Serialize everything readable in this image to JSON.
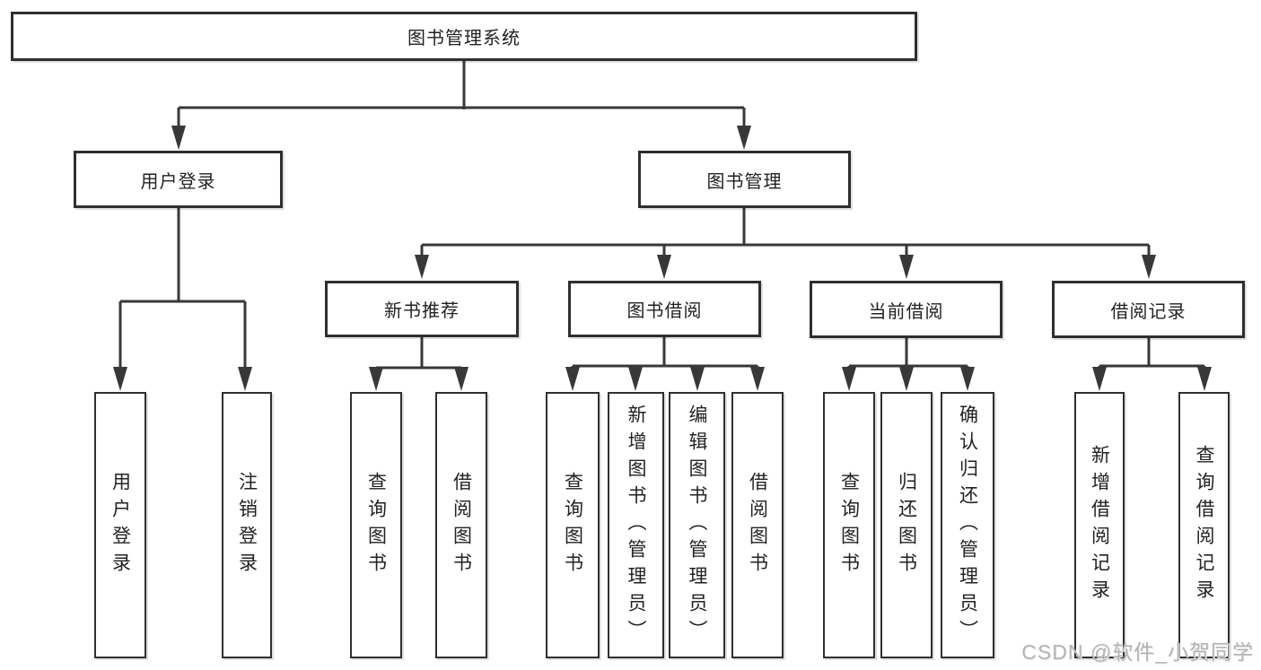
{
  "tree": {
    "root": {
      "label": "图书管理系统"
    },
    "branches": [
      {
        "label": "用户登录",
        "children": [
          {
            "label": "用户登录"
          },
          {
            "label": "注销登录"
          }
        ]
      },
      {
        "label": "图书管理",
        "children": [
          {
            "label": "新书推荐",
            "children": [
              {
                "label": "查询图书"
              },
              {
                "label": "借阅图书"
              }
            ]
          },
          {
            "label": "图书借阅",
            "children": [
              {
                "label": "查询图书"
              },
              {
                "label": "新增图书（管理员）"
              },
              {
                "label": "编辑图书（管理员）"
              },
              {
                "label": "借阅图书"
              }
            ]
          },
          {
            "label": "当前借阅",
            "children": [
              {
                "label": "查询图书"
              },
              {
                "label": "归还图书"
              },
              {
                "label": "确认归还（管理员）"
              }
            ]
          },
          {
            "label": "借阅记录",
            "children": [
              {
                "label": "新增借阅记录"
              },
              {
                "label": "查询借阅记录"
              }
            ]
          }
        ]
      }
    ]
  },
  "watermark": {
    "text": "CSDN @软件_小贺同学"
  },
  "colors": {
    "line": "#383838",
    "arrow": "#383838",
    "border": "#2f2f2f",
    "text": "#222222",
    "watermark": "#b3b3b3",
    "background": "#ffffff"
  }
}
